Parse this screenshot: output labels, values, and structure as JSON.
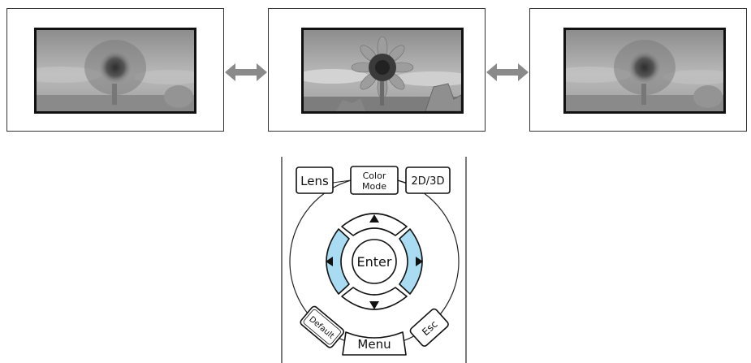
{
  "remote": {
    "lens_label": "Lens",
    "color_mode_label_line1": "Color",
    "color_mode_label_line2": "Mode",
    "two_d_three_d_label": "2D/3D",
    "enter_label": "Enter",
    "default_label": "Default",
    "menu_label": "Menu",
    "esc_label": "Esc",
    "highlight_color": "#a9dcf2"
  },
  "icons": {
    "up": "up-arrow-icon",
    "down": "down-arrow-icon",
    "left": "left-arrow-icon",
    "right": "right-arrow-icon",
    "double_arrow": "double-arrow-icon"
  }
}
